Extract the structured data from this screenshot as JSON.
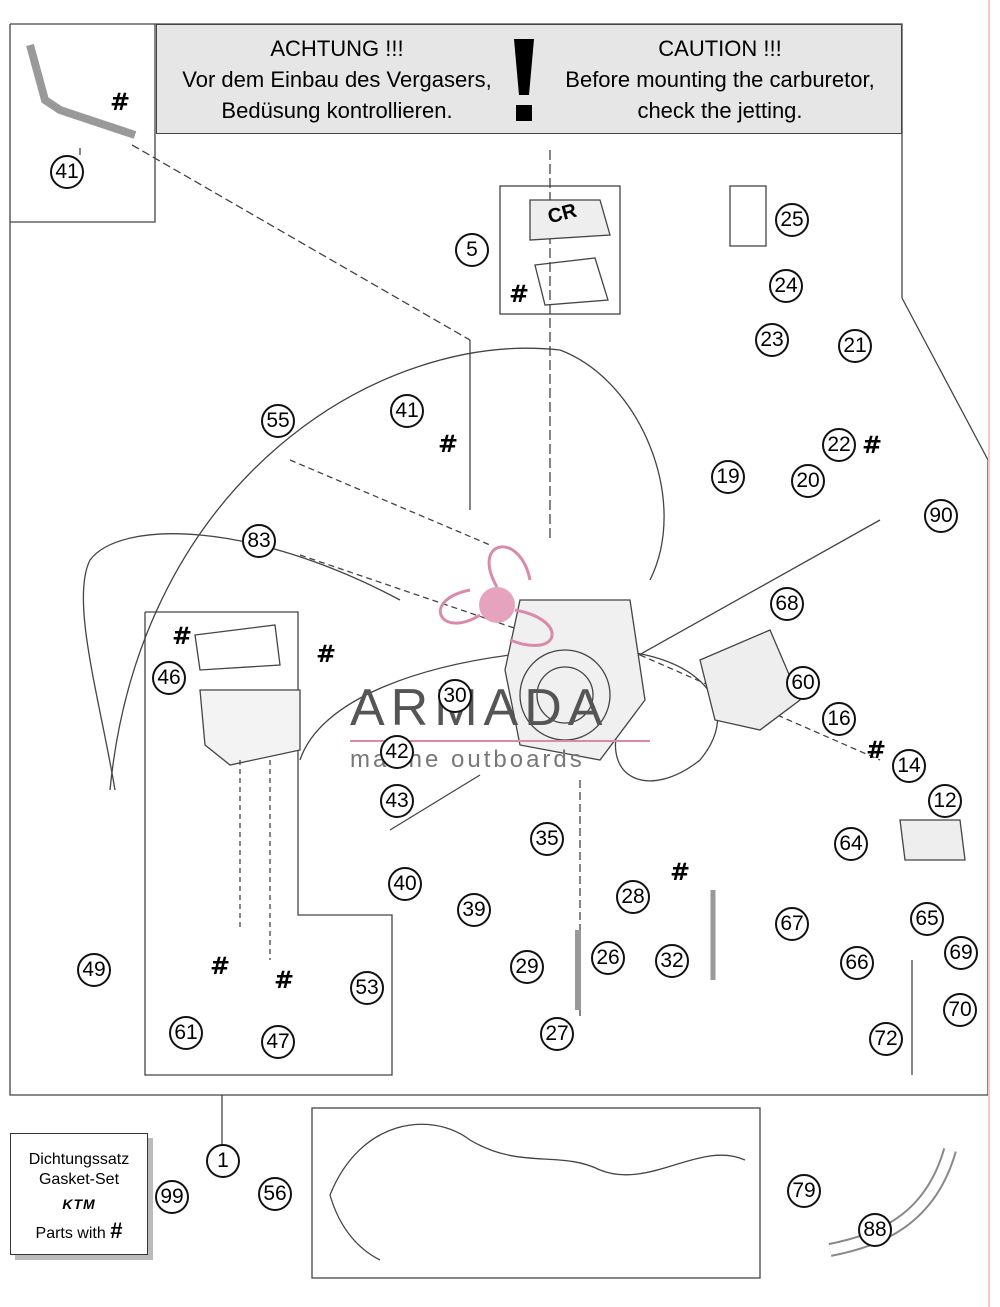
{
  "warning": {
    "de_title": "ACHTUNG !!!",
    "de_line1": "Vor dem Einbau des Vergasers,",
    "de_line2": "Bedüsung kontrollieren.",
    "en_title": "CAUTION !!!",
    "en_line1": "Before mounting the carburetor,",
    "en_line2": "check the jetting.",
    "symbol": "!"
  },
  "gasket_set": {
    "line1": "Dichtungssatz",
    "line2": "Gasket-Set",
    "brand": "KTM",
    "parts_label": "Parts with",
    "parts_symbol": "#"
  },
  "watermark": {
    "brand": "ARMADA",
    "tagline": "marine outboards"
  },
  "float_cover_label": "CR",
  "hash_symbol": "#",
  "callouts": {
    "c41a": "41",
    "c5": "5",
    "c25": "25",
    "c24": "24",
    "c23": "23",
    "c21": "21",
    "c55": "55",
    "c41b": "41",
    "c22": "22",
    "c19": "19",
    "c20": "20",
    "c90": "90",
    "c83": "83",
    "c68": "68",
    "c60": "60",
    "c46": "46",
    "c30": "30",
    "c16": "16",
    "c42": "42",
    "c14": "14",
    "c43": "43",
    "c12": "12",
    "c35": "35",
    "c64": "64",
    "c40": "40",
    "c28": "28",
    "c39": "39",
    "c65": "65",
    "c67": "67",
    "c49": "49",
    "c69": "69",
    "c26": "26",
    "c32": "32",
    "c29": "29",
    "c53": "53",
    "c66": "66",
    "c70": "70",
    "c61": "61",
    "c27": "27",
    "c47": "47",
    "c72": "72",
    "c1": "1",
    "c99": "99",
    "c56": "56",
    "c79": "79",
    "c88": "88"
  },
  "colors": {
    "line": "#333333",
    "banner_bg": "#e6e6e6",
    "watermark_pink": "#d98aaa"
  }
}
